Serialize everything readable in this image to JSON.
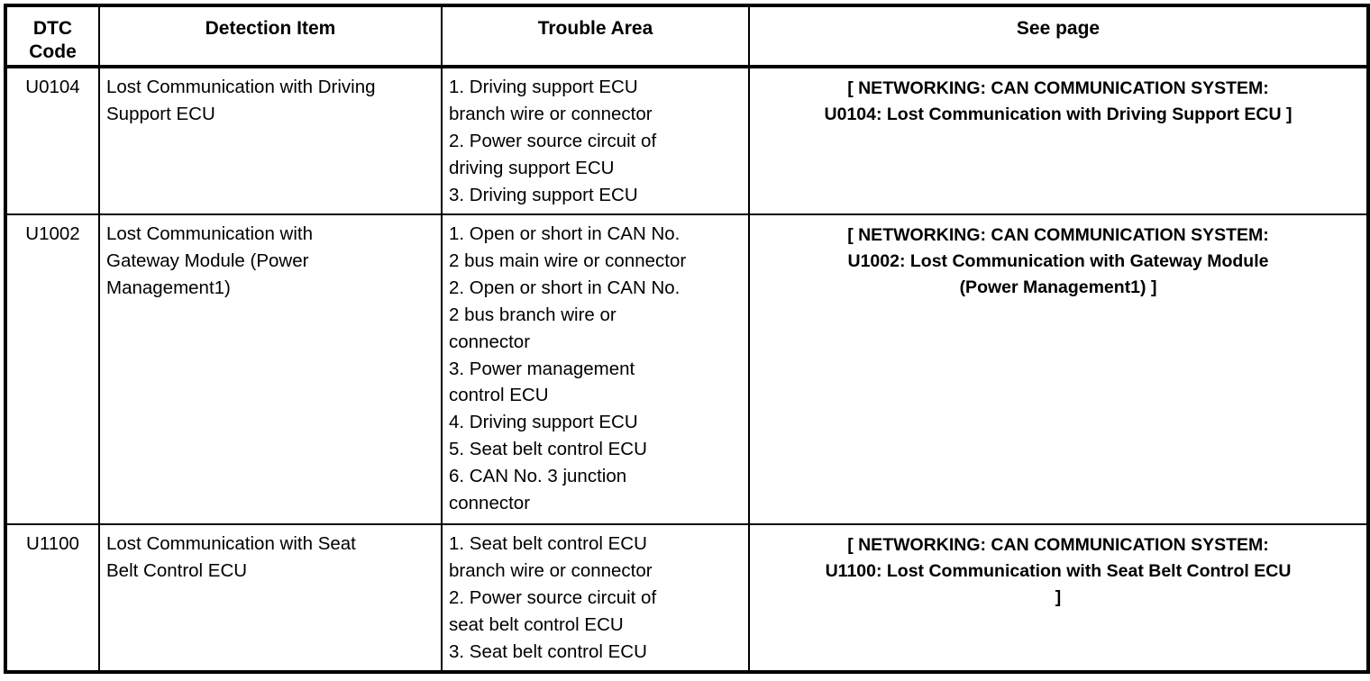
{
  "table": {
    "headers": [
      {
        "id": "dtc-code",
        "label": "DTC\nCode"
      },
      {
        "id": "detection-item",
        "label": "Detection Item"
      },
      {
        "id": "trouble-area",
        "label": "Trouble Area"
      },
      {
        "id": "see-page",
        "label": "See page"
      }
    ],
    "rows": [
      {
        "code": "U0104",
        "detection_item_lines": [
          "Lost Communication with Driving",
          "Support ECU"
        ],
        "detection_item": "Lost Communication with Driving Support ECU",
        "trouble_area_lines": [
          "1. Driving support ECU",
          "branch wire or connector",
          "2. Power source circuit of",
          "driving support ECU",
          "3. Driving support ECU"
        ],
        "trouble_area_items": [
          "1. Driving support ECU branch wire or connector",
          "2. Power source circuit of driving support ECU",
          "3. Driving support ECU"
        ],
        "see_page_lines": [
          "[ NETWORKING: CAN COMMUNICATION SYSTEM:",
          "U0104: Lost Communication with Driving Support ECU ]"
        ],
        "see_page": "[ NETWORKING: CAN COMMUNICATION SYSTEM: U0104: Lost Communication with Driving Support ECU ]"
      },
      {
        "code": "U1002",
        "detection_item_lines": [
          "Lost Communication with",
          "Gateway Module (Power",
          "Management1)"
        ],
        "detection_item": "Lost Communication with Gateway Module (Power Management1)",
        "trouble_area_lines": [
          "1. Open or short in CAN No.",
          "2 bus main wire or connector",
          "2. Open or short in CAN No.",
          "2 bus branch wire or",
          "connector",
          "3. Power management",
          "control ECU",
          "4. Driving support ECU",
          "5. Seat belt control ECU",
          "6. CAN No. 3 junction",
          "connector"
        ],
        "trouble_area_items": [
          "1. Open or short in CAN No. 2 bus main wire or connector",
          "2. Open or short in CAN No. 2 bus branch wire or connector",
          "3. Power management control ECU",
          "4. Driving support ECU",
          "5. Seat belt control ECU",
          "6. CAN No. 3 junction connector"
        ],
        "see_page_lines": [
          "[ NETWORKING: CAN COMMUNICATION SYSTEM:",
          "U1002: Lost Communication with Gateway Module",
          "(Power Management1) ]"
        ],
        "see_page": "[ NETWORKING: CAN COMMUNICATION SYSTEM: U1002: Lost Communication with Gateway Module (Power Management1) ]"
      },
      {
        "code": "U1100",
        "detection_item_lines": [
          "Lost Communication with Seat",
          "Belt Control ECU"
        ],
        "detection_item": "Lost Communication with Seat Belt Control ECU",
        "trouble_area_lines": [
          "1. Seat belt control ECU",
          "branch wire or connector",
          "2. Power source circuit of",
          "seat belt control ECU",
          "3. Seat belt control ECU"
        ],
        "trouble_area_items": [
          "1. Seat belt control ECU branch wire or connector",
          "2. Power source circuit of seat belt control ECU",
          "3. Seat belt control ECU"
        ],
        "see_page_lines": [
          "[ NETWORKING: CAN COMMUNICATION SYSTEM:",
          "U1100: Lost Communication with Seat Belt Control ECU",
          "]"
        ],
        "see_page": "[ NETWORKING: CAN COMMUNICATION SYSTEM: U1100: Lost Communication with Seat Belt Control ECU ]"
      }
    ]
  }
}
